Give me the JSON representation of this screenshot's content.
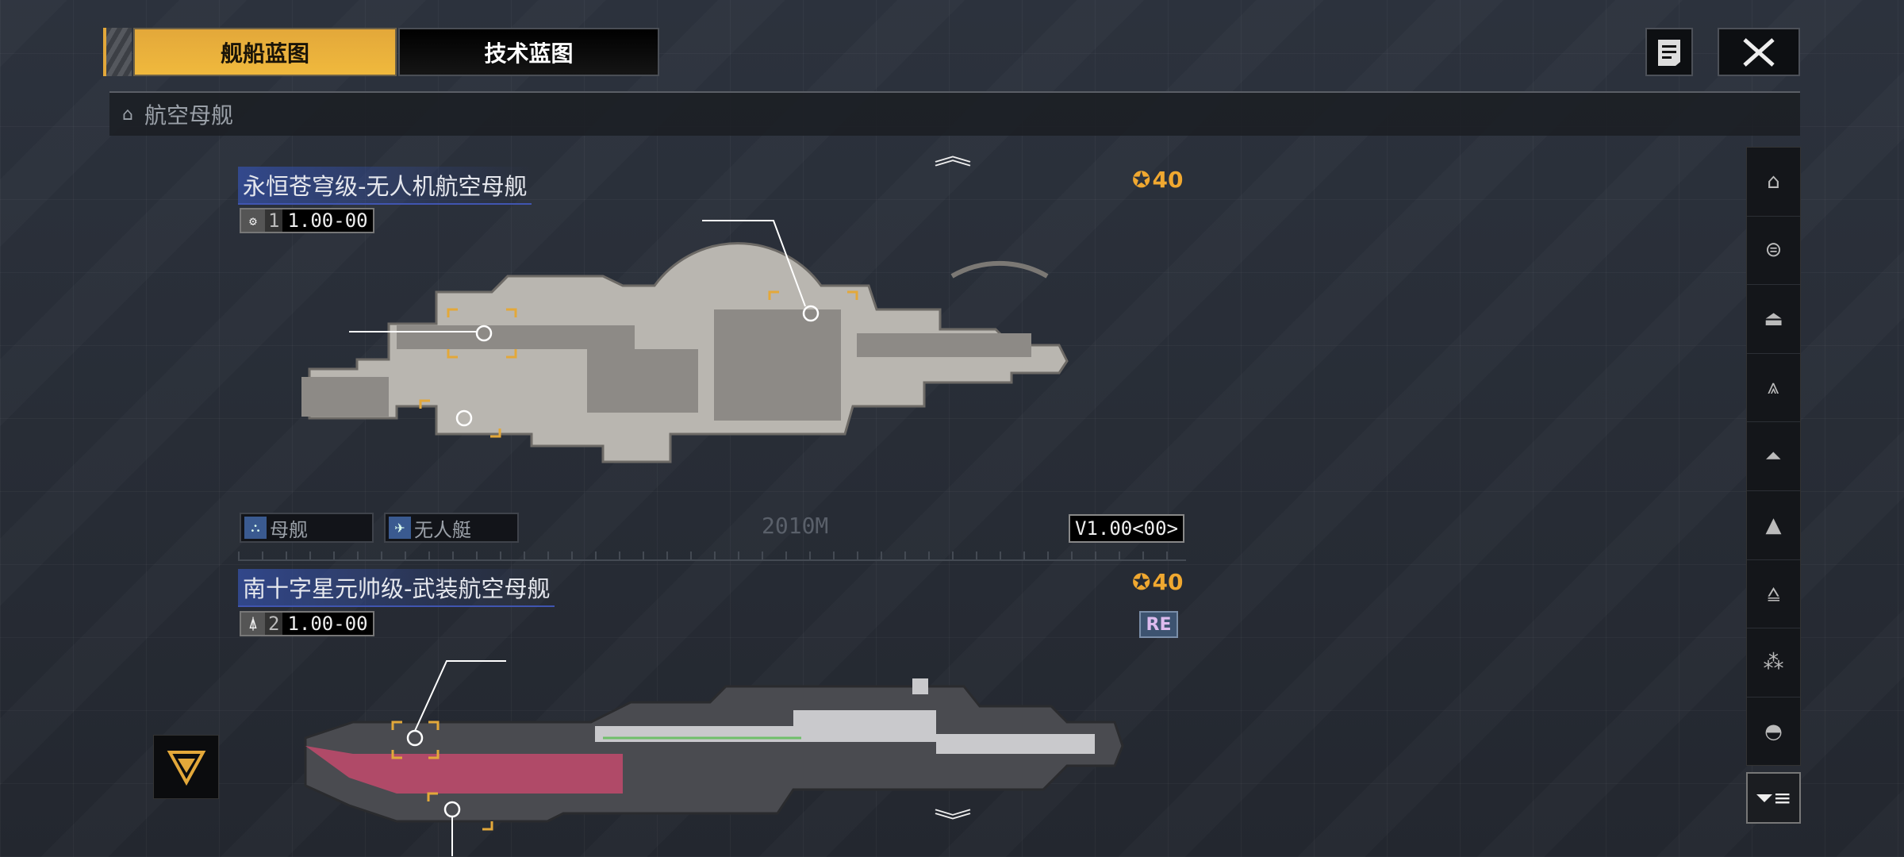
{
  "tabs": [
    {
      "label": "舰船蓝图",
      "active": true
    },
    {
      "label": "技术蓝图",
      "active": false
    }
  ],
  "top_buttons": {
    "notes": "notes-icon",
    "close": "close-icon"
  },
  "category": {
    "label": "航空母舰",
    "icon": "carrier-icon"
  },
  "ships": [
    {
      "title": "永恒苍穹级-无人机航空母舰",
      "count": "1",
      "version": "1.00-00",
      "cost": "40",
      "tags": [
        {
          "label": "母舰"
        },
        {
          "label": "无人艇"
        }
      ],
      "build_version": "V1.00<00>",
      "length": "2010M"
    },
    {
      "title": "南十字星元帅级-武装航空母舰",
      "count": "2",
      "version": "1.00-00",
      "cost": "40",
      "status": "RE"
    }
  ],
  "sidebar": {
    "items": [
      "carrier",
      "battlecruiser",
      "cruiser",
      "destroyer",
      "frigate",
      "corvette",
      "aux-ship",
      "fighter",
      "other"
    ]
  },
  "colors": {
    "accent": "#e3a83a",
    "title_bg": "#344ea0"
  }
}
